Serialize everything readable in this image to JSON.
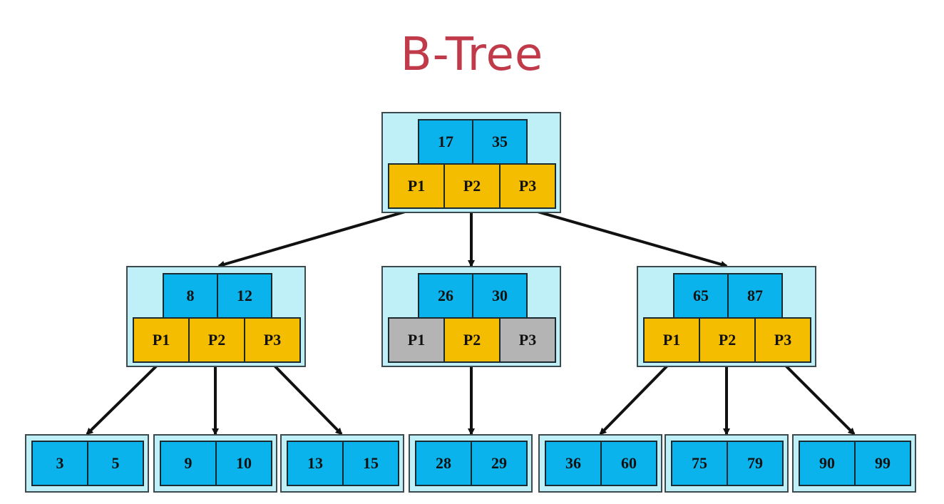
{
  "title": "B-Tree",
  "colors": {
    "title": "#c03a4a",
    "node_bg": "#bff0f8",
    "key_cell": "#0ab3ec",
    "pointer_cell": "#f5bd00",
    "unused_pointer_cell": "#b4b4b4",
    "arrow": "#111111"
  },
  "nodes": {
    "root": {
      "keys": [
        "17",
        "35"
      ],
      "pointers": [
        "P1",
        "P2",
        "P3"
      ],
      "unused": []
    },
    "internal": [
      {
        "keys": [
          "8",
          "12"
        ],
        "pointers": [
          "P1",
          "P2",
          "P3"
        ],
        "unused": []
      },
      {
        "keys": [
          "26",
          "30"
        ],
        "pointers": [
          "P1",
          "P2",
          "P3"
        ],
        "unused": [
          "P1",
          "P3"
        ]
      },
      {
        "keys": [
          "65",
          "87"
        ],
        "pointers": [
          "P1",
          "P2",
          "P3"
        ],
        "unused": []
      }
    ],
    "leaves": [
      {
        "keys": [
          "3",
          "5"
        ]
      },
      {
        "keys": [
          "9",
          "10"
        ]
      },
      {
        "keys": [
          "13",
          "15"
        ]
      },
      {
        "keys": [
          "28",
          "29"
        ]
      },
      {
        "keys": [
          "36",
          "60"
        ]
      },
      {
        "keys": [
          "75",
          "79"
        ]
      },
      {
        "keys": [
          "90",
          "99"
        ]
      }
    ]
  }
}
